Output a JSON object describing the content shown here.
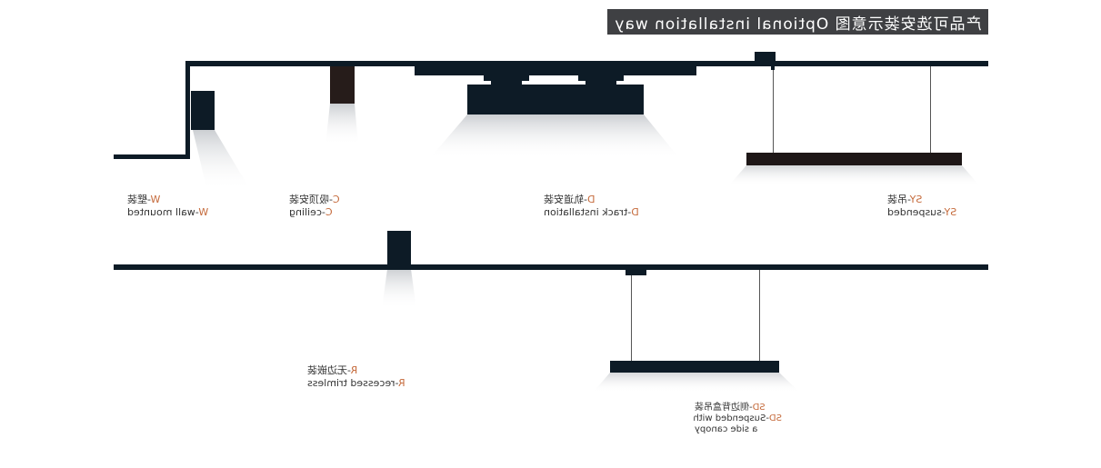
{
  "title": "产品可选安装示意图 Optional installation way",
  "colors": {
    "fixture": "#0d1b26",
    "accent": "#c56a3b",
    "title_bar": "#3f4043"
  },
  "methods": [
    {
      "code": "W",
      "cn": "-壁装",
      "en": "-wall mounted"
    },
    {
      "code": "C",
      "cn": "-吸顶安装",
      "en": "-ceiling"
    },
    {
      "code": "D",
      "cn": "-轨道安装",
      "en": "-track installation"
    },
    {
      "code": "SY",
      "cn": "-吊装",
      "en": "-suspended"
    },
    {
      "code": "R",
      "cn": "-无边嵌装",
      "en": "-recessed trimless"
    },
    {
      "code": "SD",
      "cn": "-侧边背盒吊装",
      "en": "-Suspended with",
      "en2": "a side canopy"
    }
  ]
}
